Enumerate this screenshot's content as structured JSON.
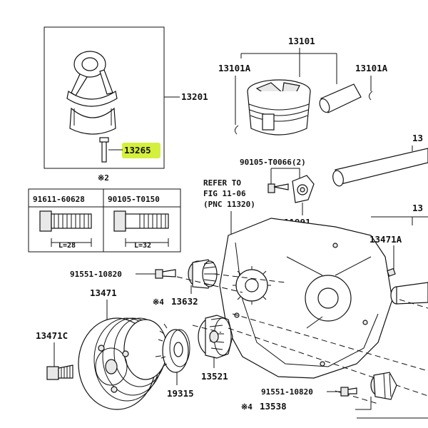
{
  "parts": {
    "p13101": "13101",
    "p13101a_left": "13101A",
    "p13101a_right": "13101A",
    "p13201": "13201",
    "p13265": "13265",
    "p_note2": "※2",
    "bolt1_part": "91611-60628",
    "bolt1_len": "L=28",
    "bolt2_part": "90105-T0150",
    "bolt2_len": "L=32",
    "p90105_t0066": "90105-T0066(2)",
    "refer_line1": "REFER TO",
    "refer_line2": "FIG 11-06",
    "refer_line3": "(PNC 11320)",
    "p11991": "11991",
    "p13471a": "13471A",
    "p91551_upper": "91551-10820",
    "p13632": "13632",
    "p13632_note": "※4",
    "p13471": "13471",
    "p13471c": "13471C",
    "p19315": "19315",
    "p13521": "13521",
    "p91551_lower": "91551-10820",
    "p13538": "13538",
    "p13538_note": "※4",
    "p_cut_right1": "13",
    "p_cut_right2": "13"
  },
  "colors": {
    "highlight": "#d4f03c",
    "ink": "#111111"
  }
}
